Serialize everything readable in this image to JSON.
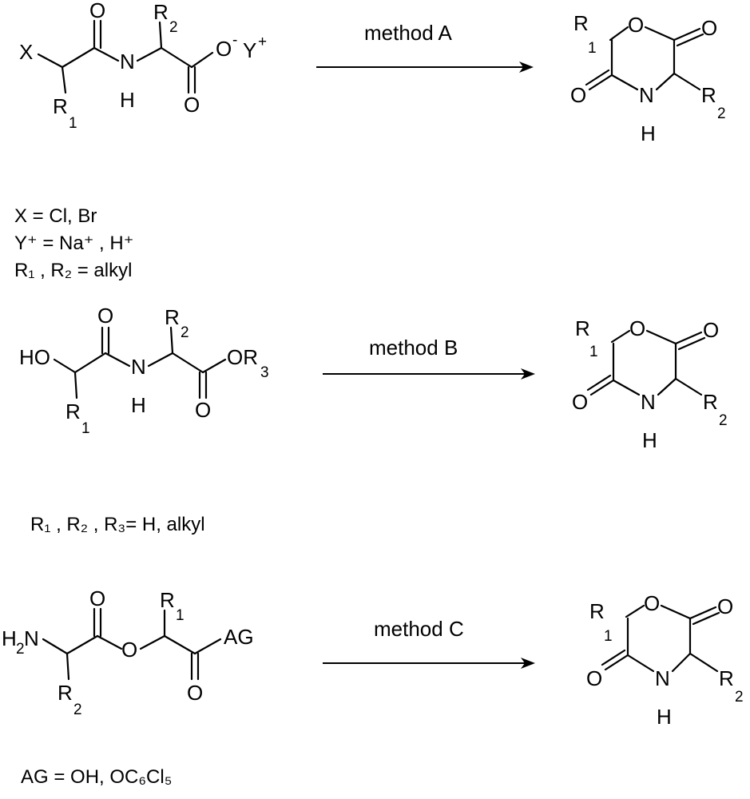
{
  "reactions": [
    {
      "method_label": "method A",
      "conditions": [
        "X = Cl, Br",
        "Y⁺ = Na⁺ , H⁺",
        "R₁ , R₂ = alkyl"
      ]
    },
    {
      "method_label": "method B",
      "conditions": [
        "R₁ , R₂ , R₃= H, alkyl"
      ]
    },
    {
      "method_label": "method C",
      "conditions": [
        "AG = OH, OC₆Cl₅"
      ]
    }
  ],
  "atoms": {
    "O": "O",
    "N": "N",
    "H": "H",
    "R": "R",
    "X": "X",
    "Y": "Y",
    "HO": "HO",
    "OR": "OR",
    "AG": "AG",
    "H2N_H": "H",
    "H2N_N": "N",
    "one": "1",
    "two": "2",
    "three": "3",
    "minus": "-",
    "plus": "+"
  }
}
